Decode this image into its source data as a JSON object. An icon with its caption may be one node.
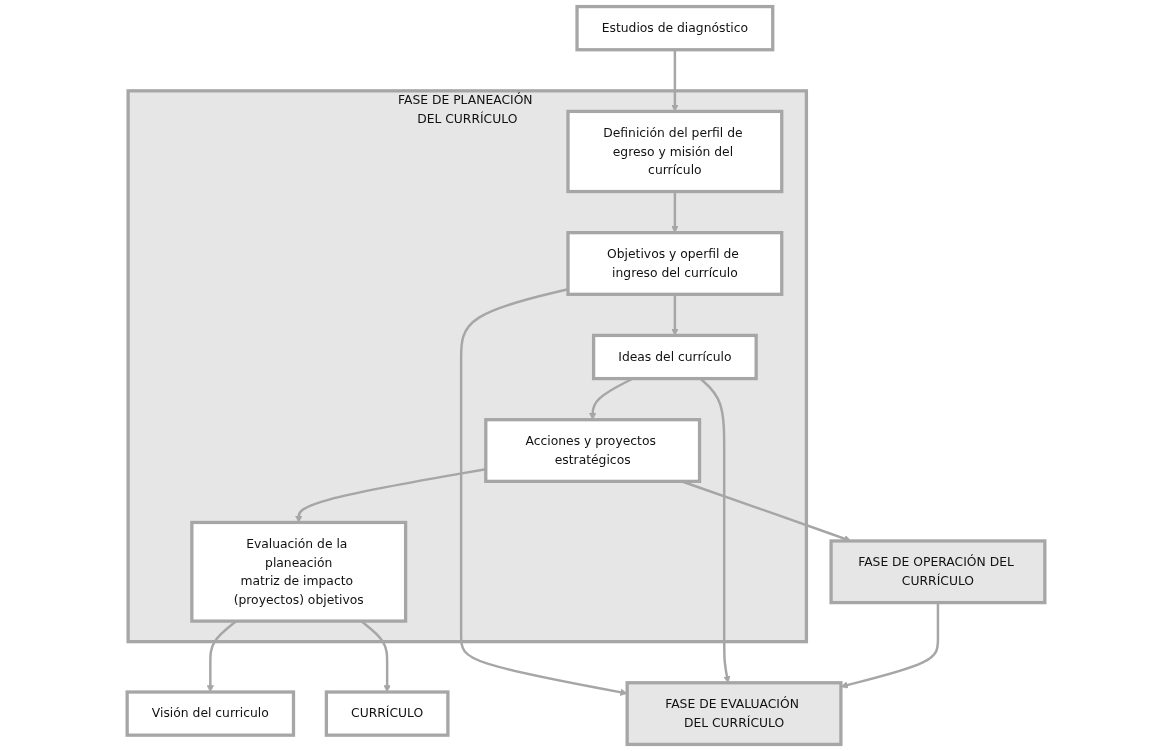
{
  "diagram": {
    "nodes": [
      {
        "text": [
          "Estudios de diagnóstico"
        ]
      },
      {
        "text": [
          "Visión del curriculo"
        ]
      },
      {
        "text": [
          "FASE DE PLANEACIÓN DEL CURRÍCULO"
        ]
      },
      {
        "text": [
          "Definición del perfil de egreso y misión del currículo"
        ],
        "in": 2
      },
      {
        "text": [
          "Objetivos y operfil de ingreso del currículo"
        ],
        "in": 2
      },
      {
        "text": [
          "Ideas del currículo"
        ],
        "in": 2
      },
      {
        "text": [
          "Acciones y proyectos estratégicos"
        ],
        "in": 2
      },
      {
        "text": [
          "Evaluación de la planeación",
          "matriz de impacto (proyectos) objetivos"
        ],
        "in": 2
      },
      {
        "text": [
          "FASE DE OPERACIÓN DEL CURRÍCULO"
        ]
      },
      {
        "text": [
          "FASE DE EVALUACIÓN DEL CURRÍCULO"
        ]
      },
      {
        "text": [
          "CURRÍCULO"
        ]
      }
    ],
    "edges": [
      {
        "from": 0,
        "to": 3,
        "arrow": "to"
      },
      {
        "from": 3,
        "to": 4,
        "arrow": "to"
      },
      {
        "from": 4,
        "to": 5,
        "arrow": "to"
      },
      {
        "from": 5,
        "to": 6,
        "arrow": "to"
      },
      {
        "from": 6,
        "to": 7,
        "arrow": "to"
      },
      {
        "from": 7,
        "to": 1,
        "arrow": "to"
      },
      {
        "from": 4,
        "to": 9,
        "arrow": "to"
      },
      {
        "from": 5,
        "to": 9,
        "arrow": "to"
      },
      {
        "from": 6,
        "to": 8,
        "arrow": "to"
      },
      {
        "from": 8,
        "to": 9,
        "arrow": "to"
      },
      {
        "from": 7,
        "to": 10,
        "arrow": "to"
      }
    ]
  }
}
